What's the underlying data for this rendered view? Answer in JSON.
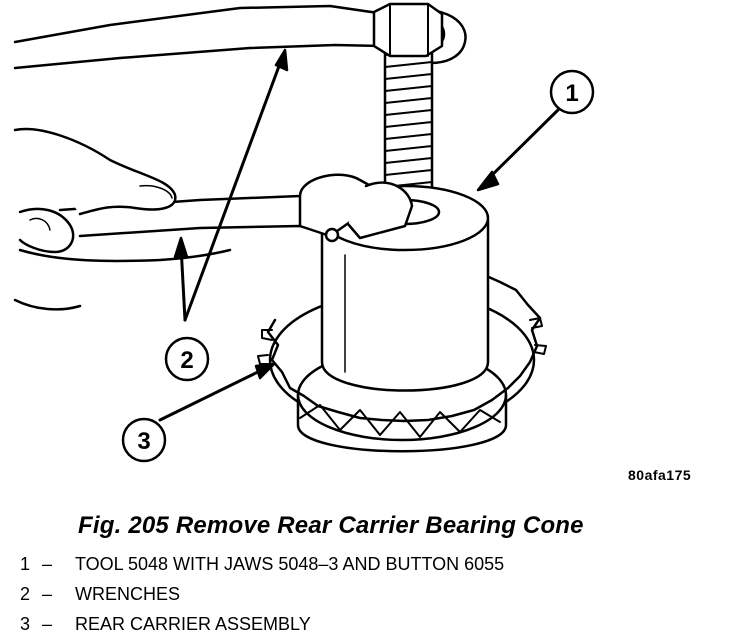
{
  "figure": {
    "code": "80afa175",
    "caption": "Fig. 205 Remove Rear Carrier Bearing Cone"
  },
  "callouts": [
    {
      "number": "1"
    },
    {
      "number": "2"
    },
    {
      "number": "3"
    }
  ],
  "legend": {
    "dash": "–",
    "items": [
      {
        "number": "1",
        "text": "TOOL 5048 WITH JAWS 5048–3 AND BUTTON 6055"
      },
      {
        "number": "2",
        "text": "WRENCHES"
      },
      {
        "number": "3",
        "text": "REAR CARRIER ASSEMBLY"
      }
    ]
  }
}
